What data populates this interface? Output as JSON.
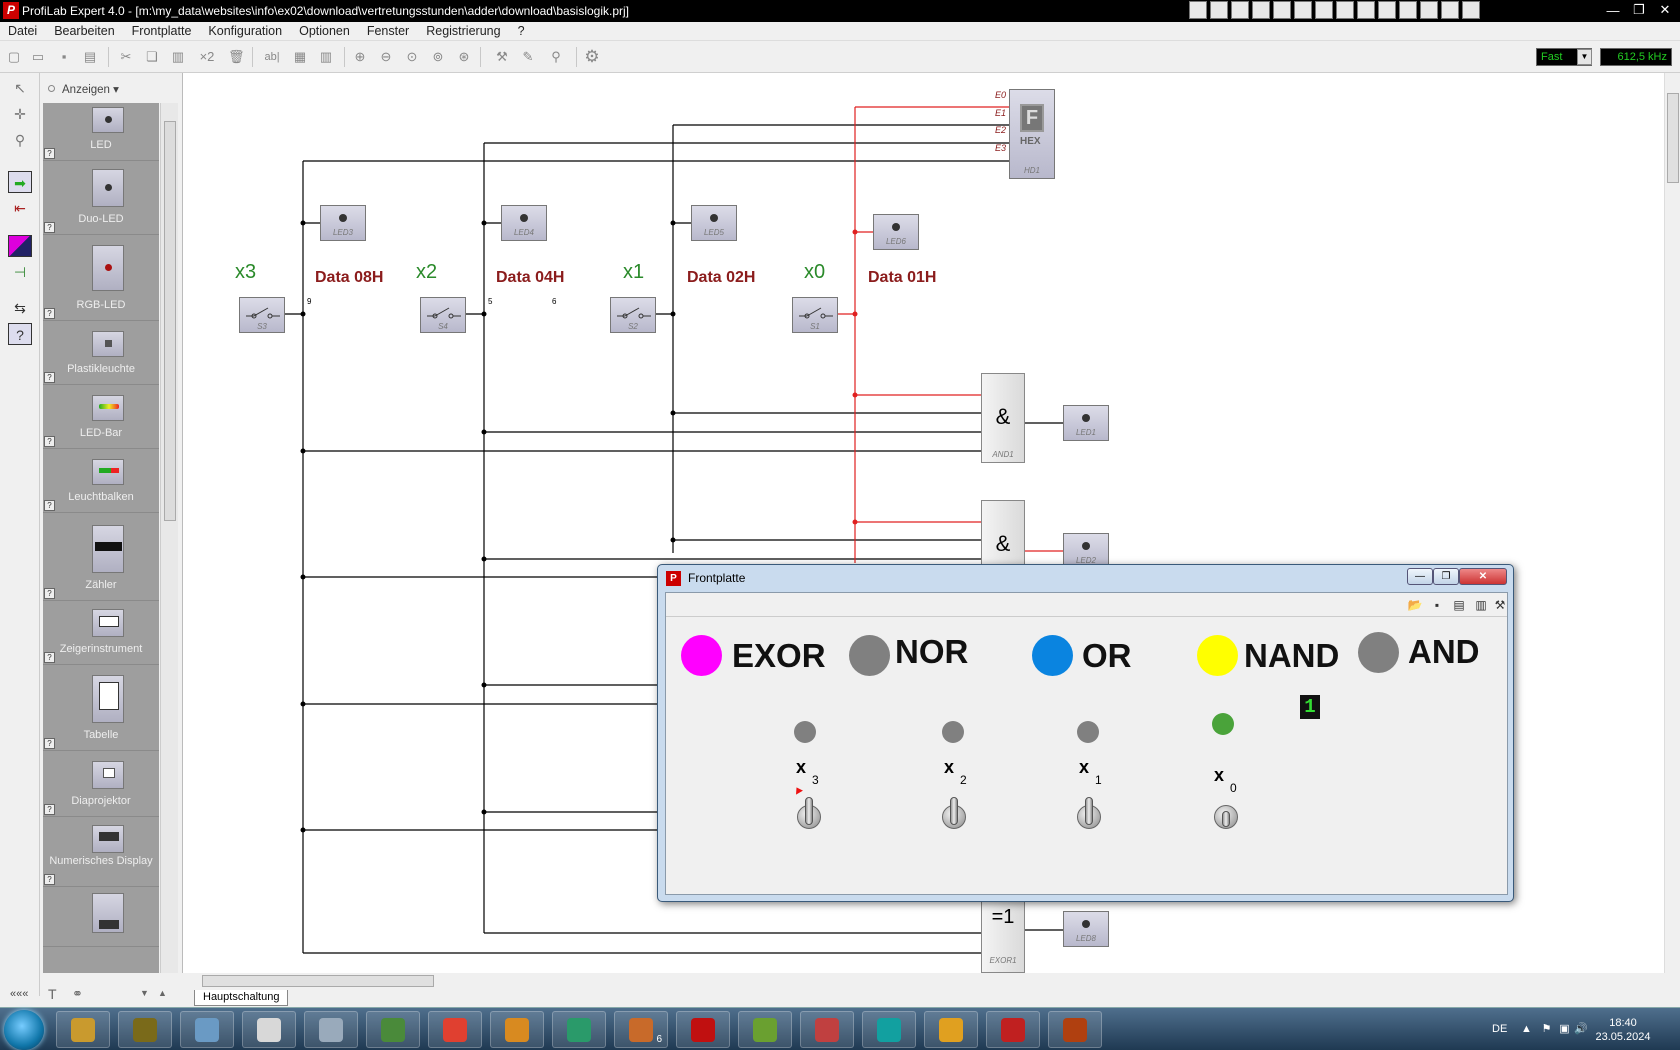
{
  "window": {
    "title": "ProfiLab Expert 4.0 - [m:\\my_data\\websites\\info\\ex02\\download\\vertretungsstunden\\adder\\download\\basislogik.prj]"
  },
  "menu": [
    "Datei",
    "Bearbeiten",
    "Frontplatte",
    "Konfiguration",
    "Optionen",
    "Fenster",
    "Registrierung",
    "?"
  ],
  "toolbar": {
    "x2_label": "×2",
    "ab_label": "ab|",
    "speed": "Fast",
    "frequency": "612,5 kHz"
  },
  "palette": {
    "mode_label": "Anzeigen",
    "items": [
      {
        "label": "LED",
        "tag": "LED0"
      },
      {
        "label": "Duo-LED",
        "tag": "DLED0"
      },
      {
        "label": "RGB-LED",
        "tag": "RGB0"
      },
      {
        "label": "Plastikleuchte",
        "tag": "LA0"
      },
      {
        "label": "LED-Bar",
        "tag": "LB0"
      },
      {
        "label": "Leuchtbalken",
        "tag": "LB0"
      },
      {
        "label": "Zähler",
        "tag": "CO0"
      },
      {
        "label": "Zeigerinstrument",
        "tag": "M0"
      },
      {
        "label": "Tabelle",
        "tag": "TAB0"
      },
      {
        "label": "Diaprojektor",
        "tag": "PJ0"
      },
      {
        "label": "Numerisches Display",
        "tag": "ND0"
      }
    ],
    "bottom_icons": [
      "«««",
      "T",
      "binoculars"
    ]
  },
  "circuit": {
    "inputs": [
      {
        "var": "x3",
        "data": "Data 08H",
        "switch": "S3",
        "led": "LED3",
        "pin": "9"
      },
      {
        "var": "x2",
        "data": "Data 04H",
        "switch": "S4",
        "led": "LED4",
        "pin": "5"
      },
      {
        "var": "x1",
        "data": "Data 02H",
        "switch": "S2",
        "led": "LED5",
        "pin": ""
      },
      {
        "var": "x0",
        "data": "Data 01H",
        "switch": "S1",
        "led": "LED6",
        "pin": ""
      }
    ],
    "pin6": "6",
    "hex": {
      "symbol": "F",
      "label": "HEX",
      "tag": "HD1",
      "pins": [
        "E0",
        "E1",
        "E2",
        "E3"
      ]
    },
    "gates": [
      {
        "symbol": "&",
        "tag": "AND1",
        "led": "LED1"
      },
      {
        "symbol": "&",
        "tag": "",
        "led": "LED2"
      },
      {
        "symbol": "=1",
        "tag": "EXOR1",
        "led": "LED8"
      }
    ],
    "active_wire_color": "#e02020",
    "wire_color": "#000000"
  },
  "frontplatte": {
    "title": "Frontplatte",
    "lamps": [
      {
        "label": "EXOR",
        "color": "#ff00ff"
      },
      {
        "label": "NOR",
        "color": "#808080"
      },
      {
        "label": "OR",
        "color": "#0a84e0"
      },
      {
        "label": "NAND",
        "color": "#ffff00"
      },
      {
        "label": "AND",
        "color": "#808080"
      }
    ],
    "bits": [
      {
        "var": "x",
        "sub": "3",
        "led_color": "#808080"
      },
      {
        "var": "x",
        "sub": "2",
        "led_color": "#808080"
      },
      {
        "var": "x",
        "sub": "1",
        "led_color": "#808080"
      },
      {
        "var": "x",
        "sub": "0",
        "led_color": "#4aa33a"
      }
    ],
    "hex_display": "1"
  },
  "tabs": {
    "active": "Hauptschaltung"
  },
  "taskbar": {
    "apps": [
      "explorer",
      "gear-app",
      "tablet-app",
      "notes-app",
      "calculator",
      "globe-app",
      "chrome",
      "media-player",
      "fractal-app",
      "paint",
      "profilab",
      "spreadsheet",
      "lego-app",
      "arduino",
      "office-app",
      "bug-app",
      "profilab-2"
    ],
    "paint_badge": "6",
    "lang": "DE",
    "time": "18:40",
    "date": "23.05.2024"
  }
}
